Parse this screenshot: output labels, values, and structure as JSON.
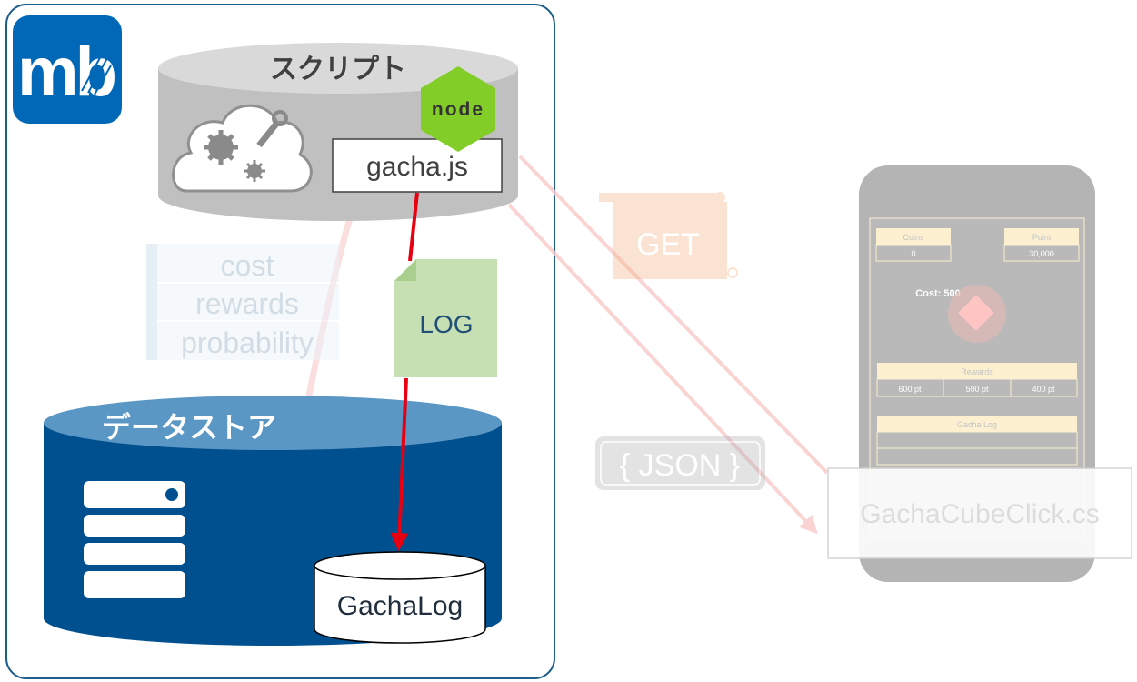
{
  "diagram": {
    "logo_text": "mb",
    "script_title": "スクリプト",
    "script_file": "gacha.js",
    "node_badge": "node",
    "log_doc": "LOG",
    "datastore_title": "データストア",
    "collection": "GachaLog",
    "params": [
      "cost",
      "rewards",
      "probability"
    ],
    "get_label": "GET",
    "json_label": "{ JSON }",
    "client_file": "GachaCubeClick.cs"
  },
  "phone": {
    "left_header": "Coins",
    "left_value": "0",
    "right_header": "Point",
    "right_value": "30,000",
    "cost_text": "Cost: 500",
    "rewards_header": "Rewards",
    "rewards": [
      "600 pt",
      "500 pt",
      "400 pt"
    ],
    "log_header": "Gacha Log"
  },
  "colors": {
    "frame_border": "#1d5f8a",
    "logo_blue": "#0068b7",
    "script_gray": "#c0c0c0",
    "node_green": "#83cd29",
    "log_green": "#c6e0b4",
    "datastore_blue": "#00508f",
    "datastore_top": "#5b97c5",
    "arrow_red": "#e60012",
    "faded_pink": "#f9c9c9"
  }
}
